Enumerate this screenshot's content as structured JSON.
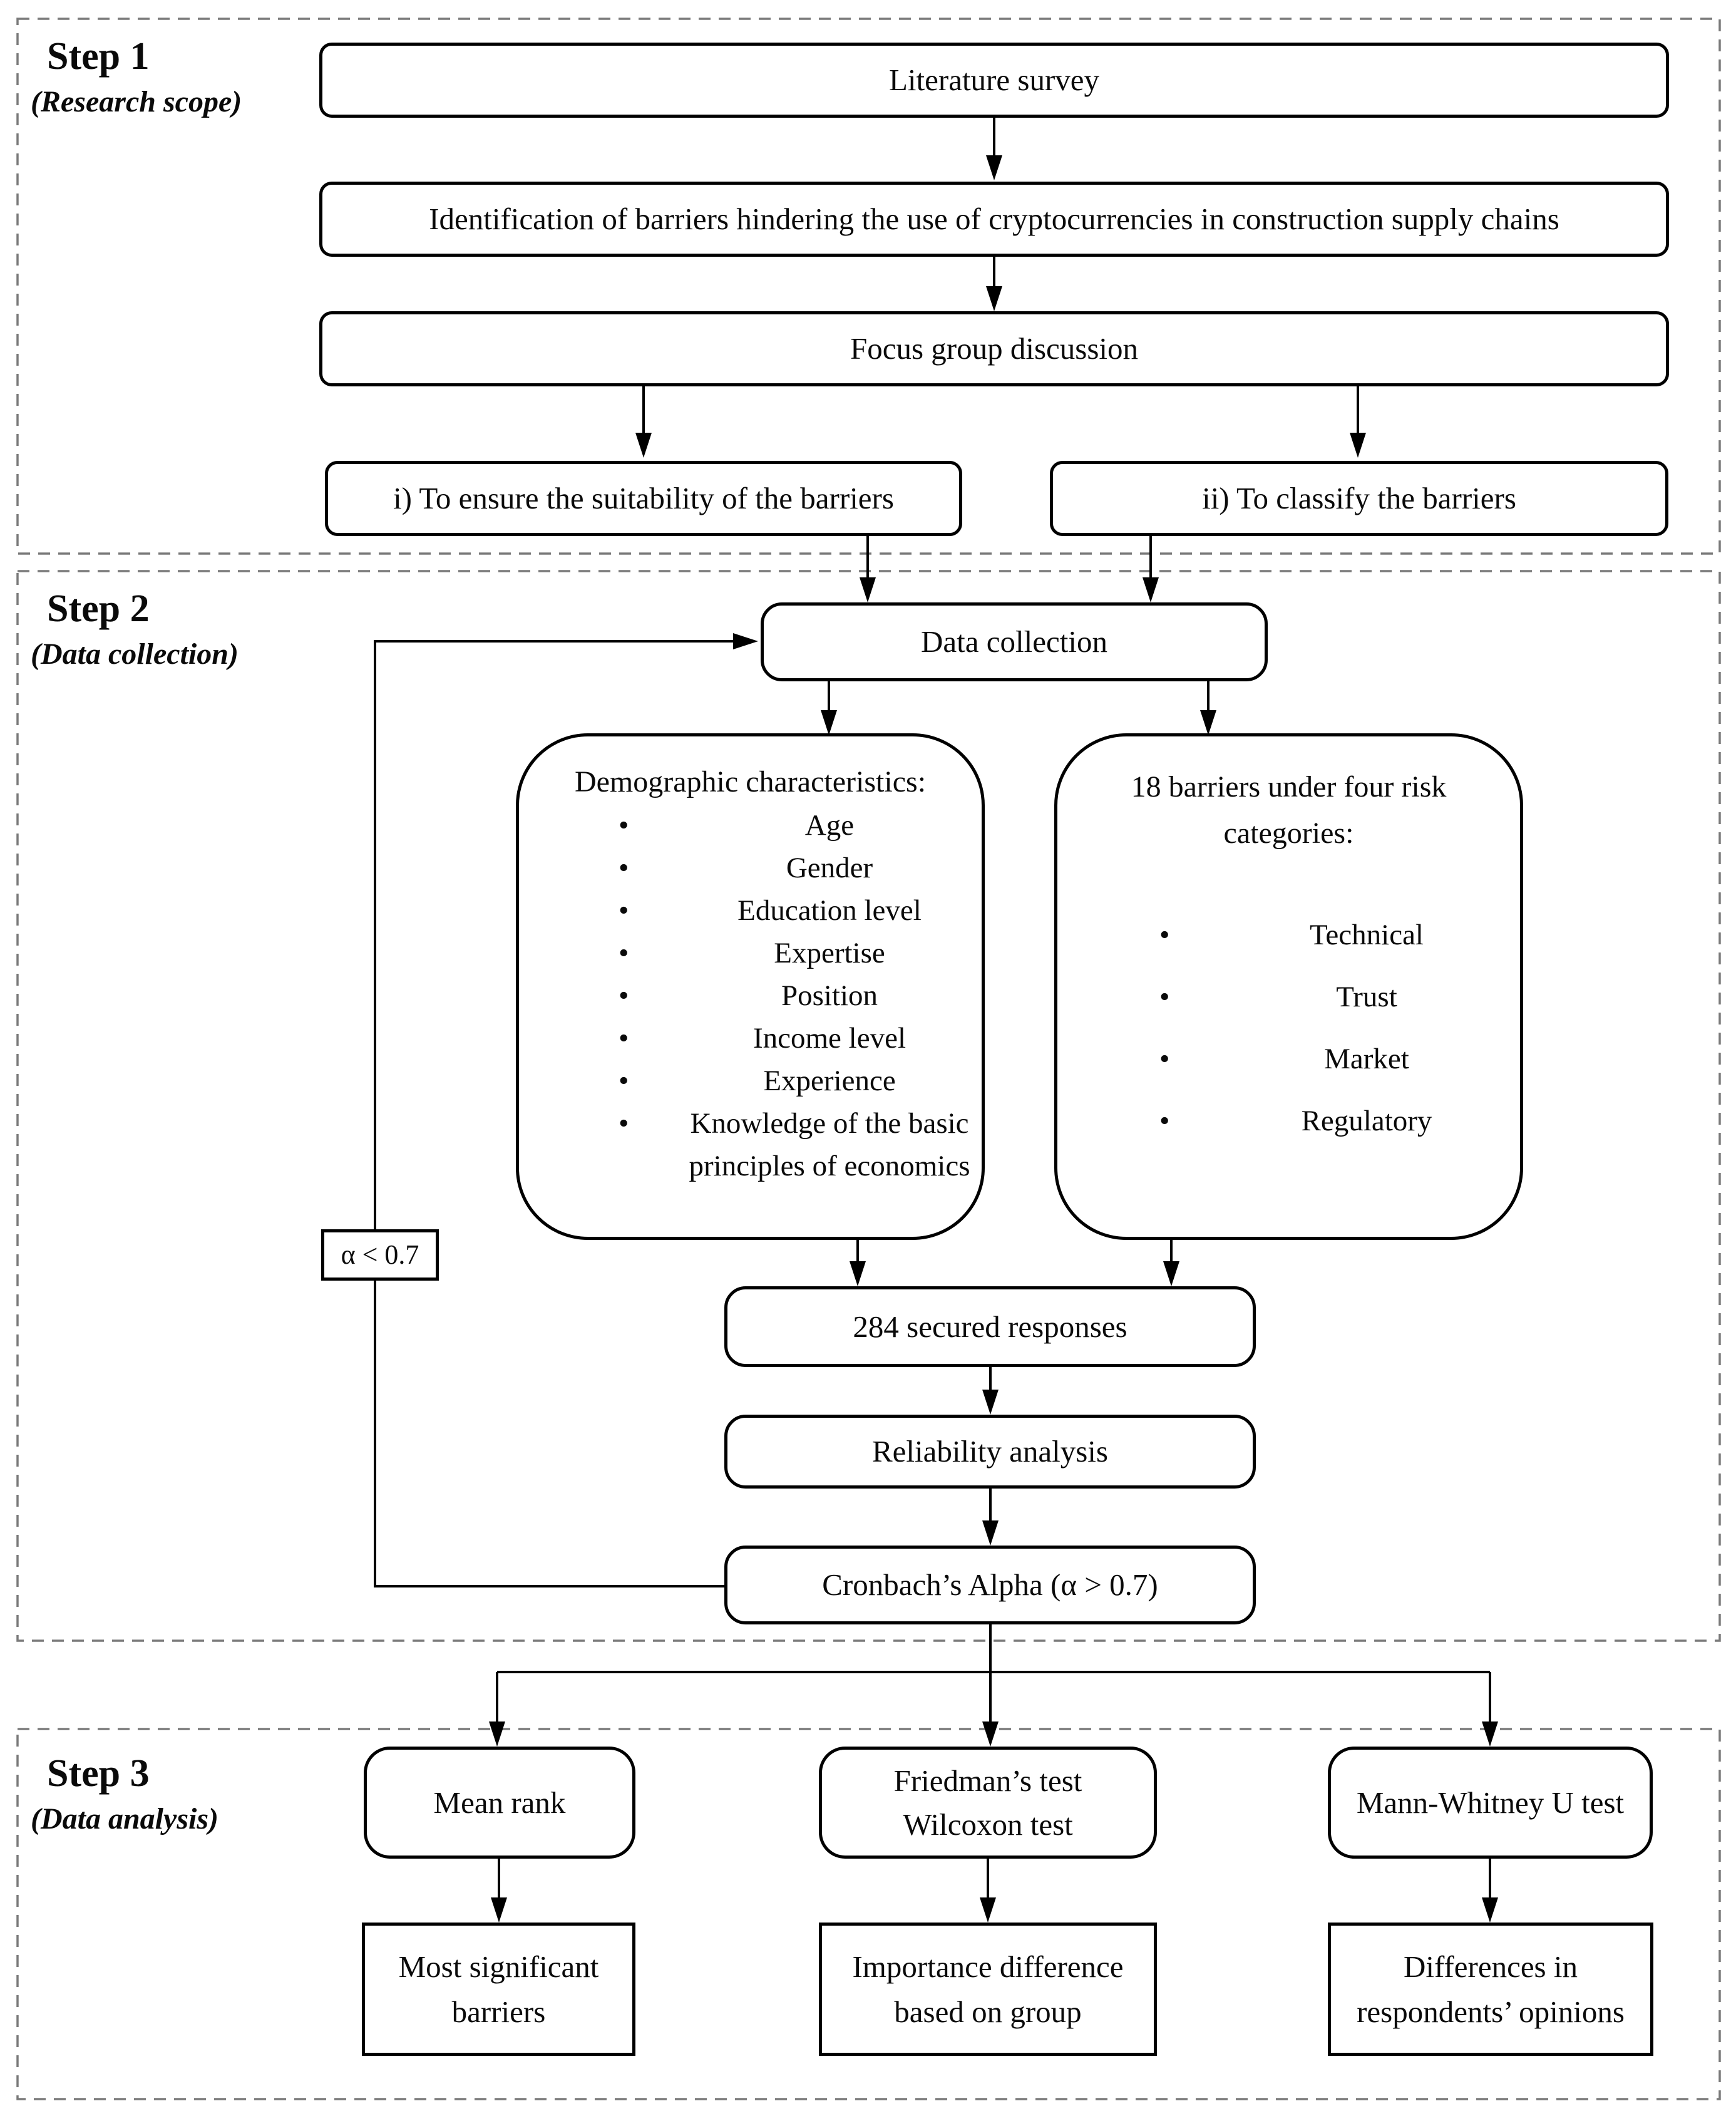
{
  "figure": {
    "background": "#ffffff",
    "line_color": "#000000",
    "dash_color": "#7a7a7a"
  },
  "steps": [
    {
      "label": "Step 1",
      "sublabel": "(Research scope)"
    },
    {
      "label": "Step 2",
      "sublabel": "(Data collection)"
    },
    {
      "label": "Step 3",
      "sublabel": "(Data analysis)"
    }
  ],
  "step1": {
    "literature": "Literature survey",
    "identification": "Identification of barriers hindering the use of cryptocurrencies in construction supply chains",
    "focus": "Focus group discussion",
    "objective_i": "i) To ensure the suitability of the barriers",
    "objective_ii": "ii) To classify the barriers"
  },
  "step2": {
    "data_collection": "Data collection",
    "demographics": {
      "title": "Demographic characteristics:",
      "items": [
        "Age",
        "Gender",
        "Education level",
        "Expertise",
        "Position",
        "Income level",
        "Experience",
        "Knowledge of the basic principles of economics"
      ]
    },
    "barriers": {
      "title": "18 barriers under four risk categories:",
      "items": [
        "Technical",
        "Trust",
        "Market",
        "Regulatory"
      ]
    },
    "responses": "284 secured responses",
    "reliability": "Reliability analysis",
    "cronbach": "Cronbach’s Alpha (α > 0.7)",
    "feedback_condition": "α < 0.7"
  },
  "step3": {
    "mean_rank": "Mean rank",
    "friedman": {
      "line1": "Friedman’s test",
      "line2": "Wilcoxon test"
    },
    "mann_whitney": "Mann-Whitney U test",
    "most_significant": "Most significant barriers",
    "importance": "Importance difference based on group",
    "differences": "Differences in respondents’ opinions"
  }
}
